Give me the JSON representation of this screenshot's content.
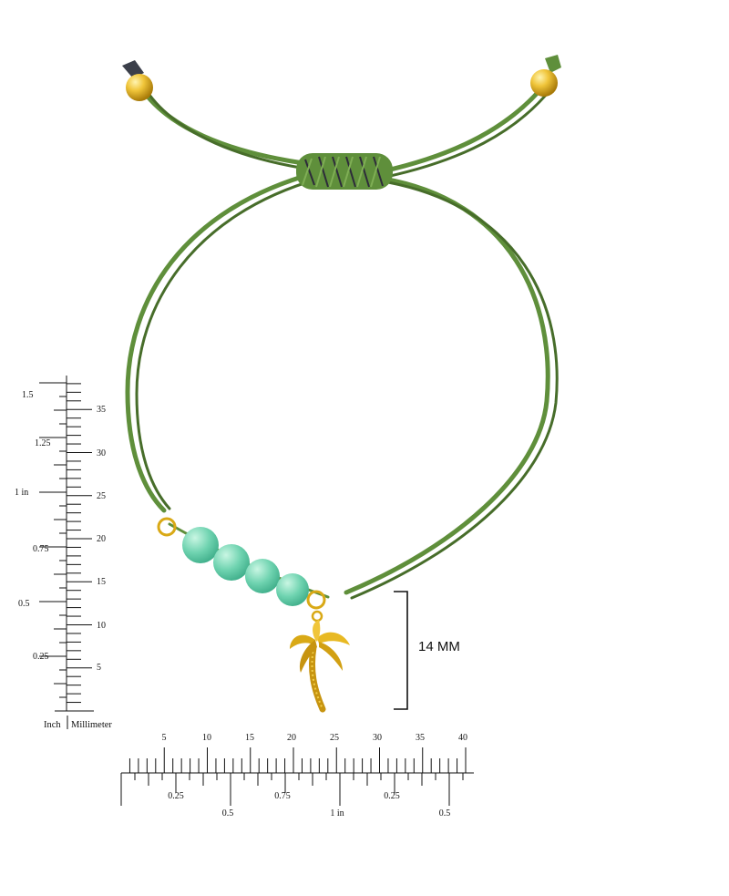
{
  "colors": {
    "cord": "#5f8f3b",
    "cord_dark": "#476d2a",
    "knot_shadow": "#2d2b3a",
    "gold": "#d9a916",
    "gold_light": "#f6d65a",
    "bead": "#6fd3b0",
    "bead_light": "#b9f1dc",
    "ruler_ink": "#111111"
  },
  "charm_dimension": {
    "label": "14 MM"
  },
  "vertical_ruler": {
    "inch_labels": [
      "1.5",
      "1.25",
      "1 in",
      "0.75",
      "0.5",
      "0.25"
    ],
    "mm_labels": [
      "35",
      "30",
      "25",
      "20",
      "15",
      "10",
      "5"
    ],
    "caption_inch": "Inch",
    "caption_mm": "Millimeter"
  },
  "horizontal_ruler": {
    "mm_labels": [
      "5",
      "10",
      "15",
      "20",
      "25",
      "30",
      "35",
      "40"
    ],
    "inch_labels": [
      "0.25",
      "0.5",
      "0.75",
      "1 in",
      "0.25",
      "0.5"
    ]
  },
  "icons": {
    "charm": "palm-tree-charm-icon",
    "bead": "gemstone-bead-icon"
  }
}
